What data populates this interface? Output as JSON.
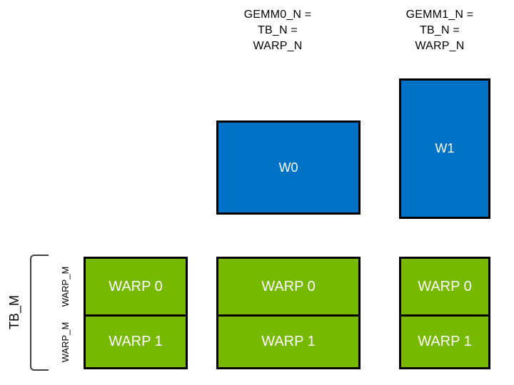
{
  "colors": {
    "background": "#ffffff",
    "blue": "#0072c6",
    "green": "#76b900",
    "border": "#000000",
    "text_light": "#ffffff",
    "text_dark": "#000000",
    "bracket": "#404040"
  },
  "headers": [
    {
      "lines": [
        "GEMM0_N =",
        "TB_N =",
        "WARP_N"
      ]
    },
    {
      "lines": [
        "GEMM1_N =",
        "TB_N =",
        "WARP_N"
      ]
    }
  ],
  "fragments": [
    {
      "label": "W0"
    },
    {
      "label": "W1"
    }
  ],
  "stacks": [
    {
      "rows": [
        "WARP 0",
        "WARP 1"
      ]
    },
    {
      "rows": [
        "WARP 0",
        "WARP 1"
      ]
    },
    {
      "rows": [
        "WARP 0",
        "WARP 1"
      ]
    }
  ],
  "axis": {
    "tb_label": "TB_M",
    "warp_labels": [
      "WARP_M",
      "WARP_M"
    ]
  }
}
